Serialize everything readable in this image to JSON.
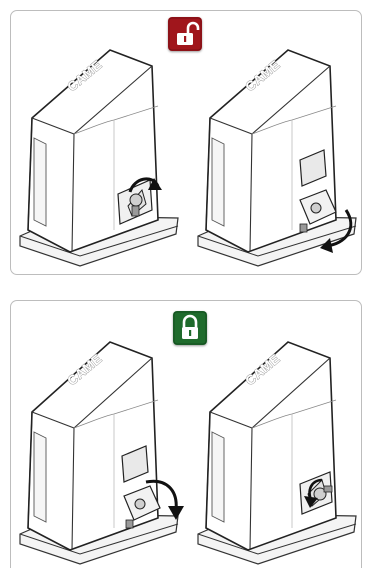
{
  "panels": [
    {
      "id": "unlock",
      "badge": {
        "state": "unlocked",
        "icon": "unlocked-padlock-icon",
        "color": "#a0161c"
      },
      "steps": [
        {
          "brand": "CAME",
          "arrow": "rotate-knob-arrow-icon"
        },
        {
          "brand": "CAME",
          "arrow": "pull-lever-arrow-icon"
        }
      ]
    },
    {
      "id": "lock",
      "badge": {
        "state": "locked",
        "icon": "locked-padlock-icon",
        "color": "#1f6b2c"
      },
      "steps": [
        {
          "brand": "CAME",
          "arrow": "push-lever-arrow-icon"
        },
        {
          "brand": "CAME",
          "arrow": "close-cover-icon"
        }
      ]
    }
  ]
}
